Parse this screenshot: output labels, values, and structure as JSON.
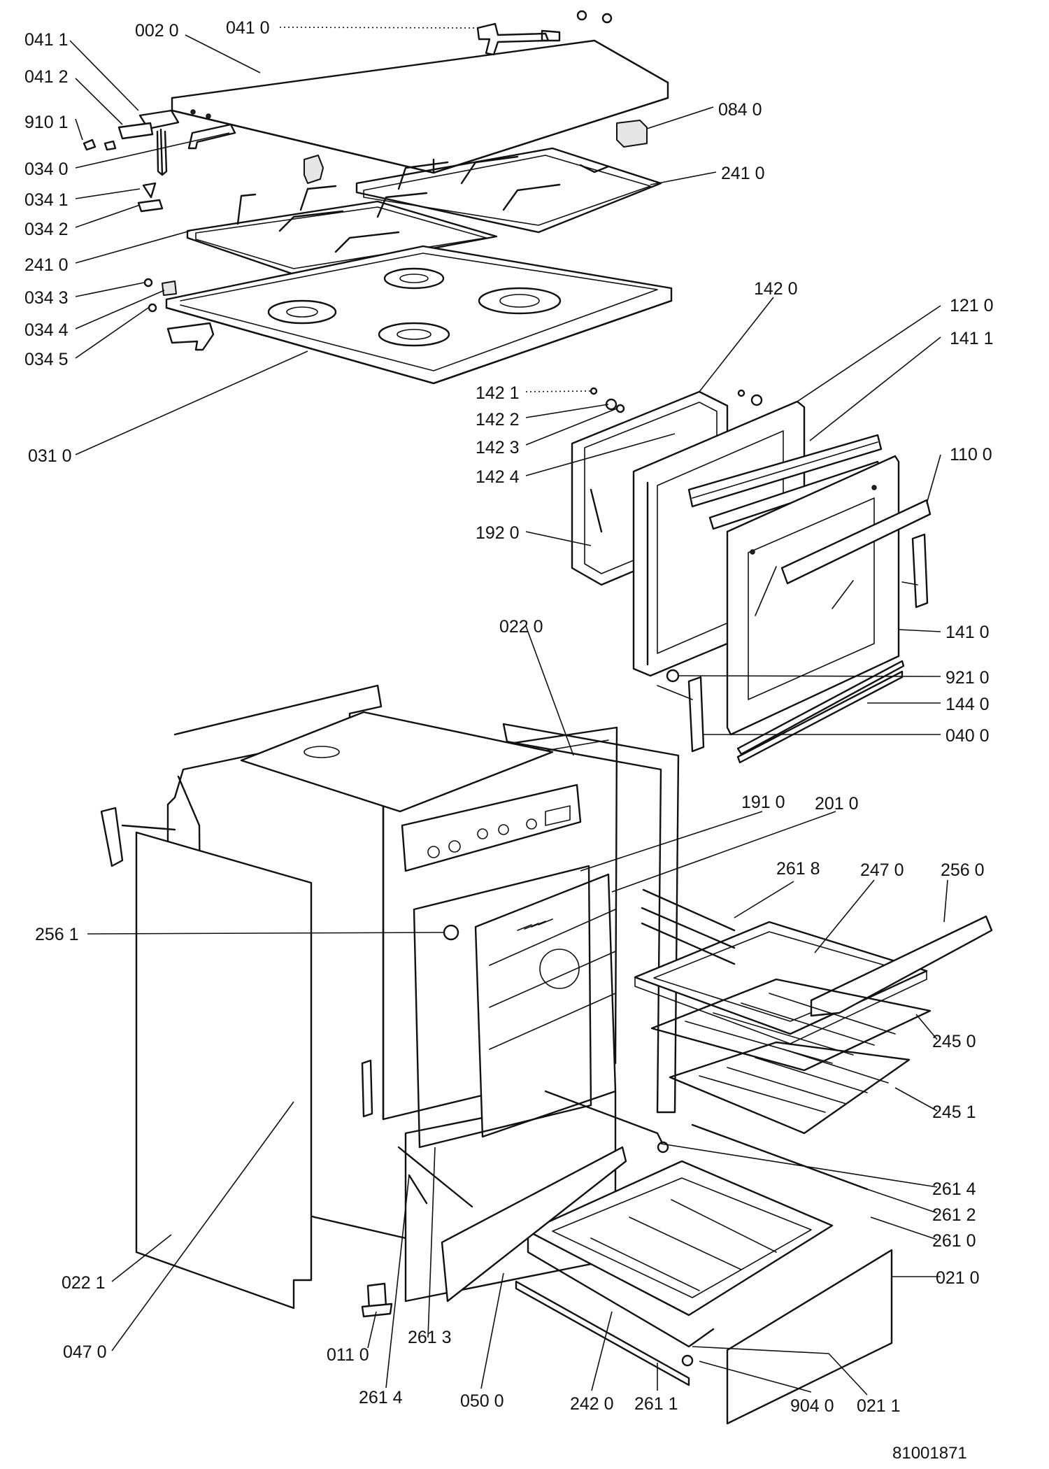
{
  "callouts": [
    {
      "id": "c0411",
      "text": "041 1"
    },
    {
      "id": "c0020",
      "text": "002 0"
    },
    {
      "id": "c0410",
      "text": "041 0"
    },
    {
      "id": "c0412",
      "text": "041 2"
    },
    {
      "id": "c9101",
      "text": "910 1"
    },
    {
      "id": "c0840",
      "text": "084 0"
    },
    {
      "id": "c0340",
      "text": "034 0"
    },
    {
      "id": "c0341",
      "text": "034 1"
    },
    {
      "id": "c0342",
      "text": "034 2"
    },
    {
      "id": "c2410a",
      "text": "241 0"
    },
    {
      "id": "c2410b",
      "text": "241 0"
    },
    {
      "id": "c0343",
      "text": "034 3"
    },
    {
      "id": "c0344",
      "text": "034 4"
    },
    {
      "id": "c0345",
      "text": "034 5"
    },
    {
      "id": "c1420",
      "text": "142 0"
    },
    {
      "id": "c1210",
      "text": "121 0"
    },
    {
      "id": "c1411",
      "text": "141 1"
    },
    {
      "id": "c1421",
      "text": "142 1"
    },
    {
      "id": "c1422",
      "text": "142 2"
    },
    {
      "id": "c1423",
      "text": "142 3"
    },
    {
      "id": "c0310",
      "text": "031 0"
    },
    {
      "id": "c1424",
      "text": "142 4"
    },
    {
      "id": "c1100",
      "text": "110 0"
    },
    {
      "id": "c1920",
      "text": "192 0"
    },
    {
      "id": "c0220",
      "text": "022 0"
    },
    {
      "id": "c1410",
      "text": "141 0"
    },
    {
      "id": "c9210",
      "text": "921 0"
    },
    {
      "id": "c1440",
      "text": "144 0"
    },
    {
      "id": "c0400",
      "text": "040 0"
    },
    {
      "id": "c1910",
      "text": "191 0"
    },
    {
      "id": "c2010",
      "text": "201 0"
    },
    {
      "id": "c2618",
      "text": "261 8"
    },
    {
      "id": "c2470",
      "text": "247 0"
    },
    {
      "id": "c2560",
      "text": "256 0"
    },
    {
      "id": "c2561",
      "text": "256 1"
    },
    {
      "id": "c2450",
      "text": "245 0"
    },
    {
      "id": "c2451",
      "text": "245 1"
    },
    {
      "id": "c2614a",
      "text": "261 4"
    },
    {
      "id": "c2612",
      "text": "261 2"
    },
    {
      "id": "c2610",
      "text": "261 0"
    },
    {
      "id": "c0221",
      "text": "022 1"
    },
    {
      "id": "c0210",
      "text": "021 0"
    },
    {
      "id": "c0470",
      "text": "047 0"
    },
    {
      "id": "c0110",
      "text": "011 0"
    },
    {
      "id": "c2613",
      "text": "261 3"
    },
    {
      "id": "c2614b",
      "text": "261 4"
    },
    {
      "id": "c0500",
      "text": "050 0"
    },
    {
      "id": "c2420",
      "text": "242 0"
    },
    {
      "id": "c2611",
      "text": "261 1"
    },
    {
      "id": "c9040",
      "text": "904 0"
    },
    {
      "id": "c0211",
      "text": "021 1"
    }
  ],
  "drawing_number": "81001871"
}
